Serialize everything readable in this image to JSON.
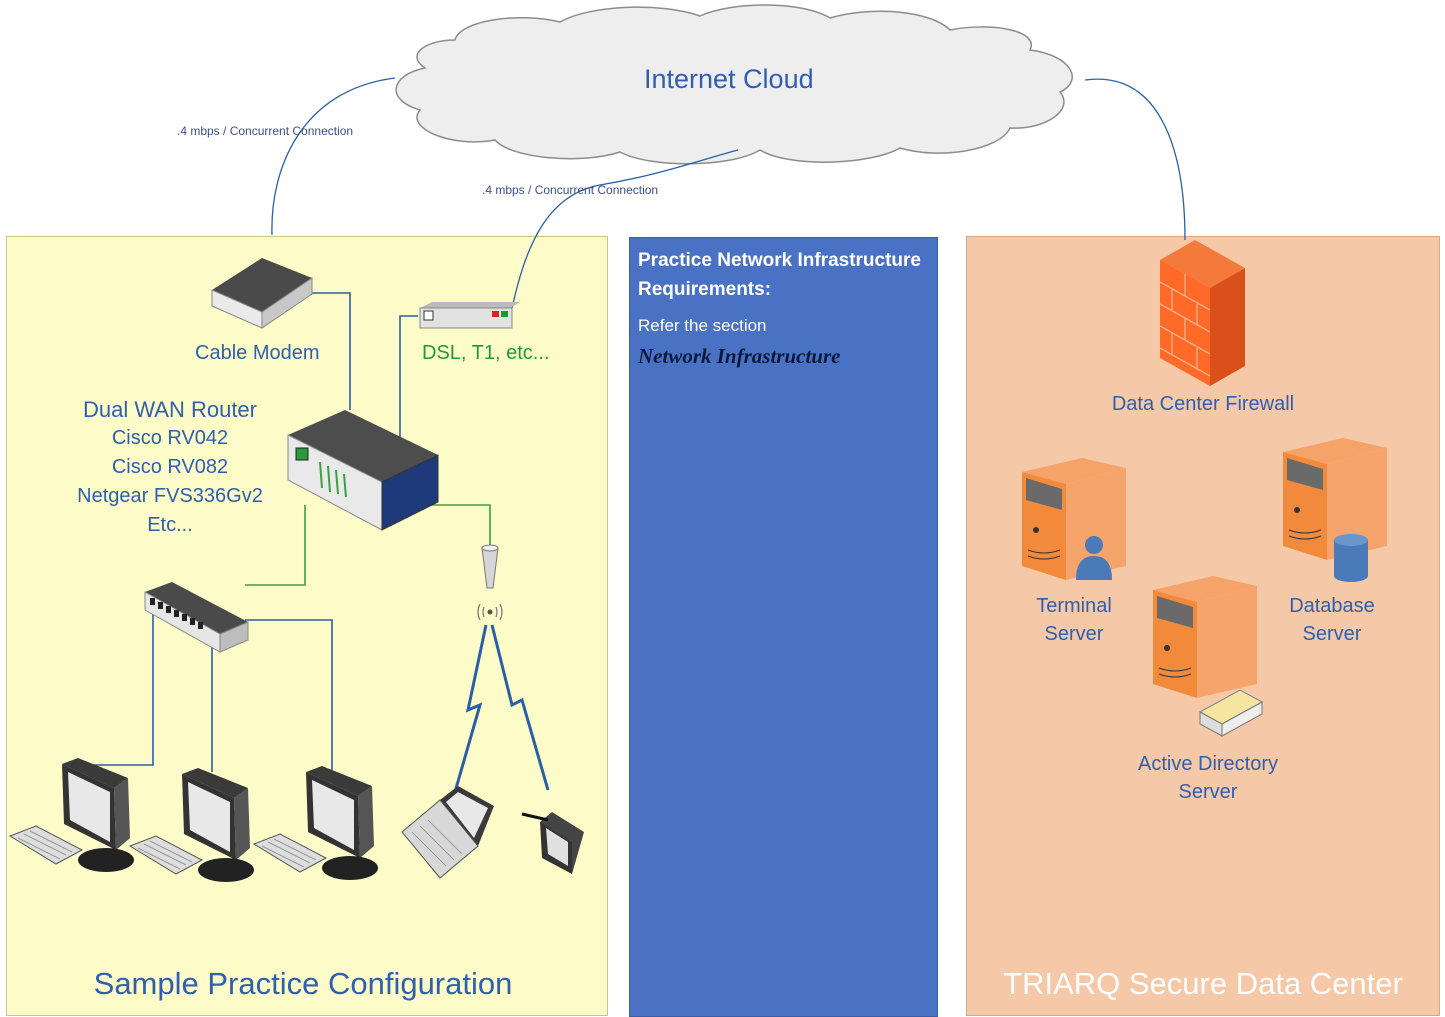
{
  "cloud": {
    "label": "Internet Cloud"
  },
  "links": {
    "modem_speed": ".4 mbps / Concurrent Connection",
    "dsl_speed": ".4 mbps / Concurrent Connection"
  },
  "practice": {
    "cable_modem": "Cable Modem",
    "dsl": "DSL, T1, etc...",
    "router_lines": [
      "Dual WAN Router",
      "Cisco RV042",
      "Cisco RV082",
      "Netgear FVS336Gv2",
      "Etc..."
    ],
    "footer": "Sample Practice Configuration"
  },
  "requirements": {
    "title": "Practice Network Infrastructure Requirements:",
    "text": "Refer the section",
    "section": "Network Infrastructure"
  },
  "datacenter": {
    "firewall": "Data Center Firewall",
    "terminal": [
      "Terminal",
      "Server"
    ],
    "database": [
      "Database",
      "Server"
    ],
    "active_directory": [
      "Active Directory",
      "Server"
    ],
    "footer": "TRIARQ Secure Data Center"
  },
  "colors": {
    "practice_bg": "#fdfcc9",
    "requirements_bg": "#4a72c4",
    "datacenter_bg": "#f5c8a8",
    "label_blue": "#2f5fae",
    "label_green": "#1f9a3a",
    "wire_blue": "#2a5fa8",
    "wire_green": "#3aa043"
  }
}
